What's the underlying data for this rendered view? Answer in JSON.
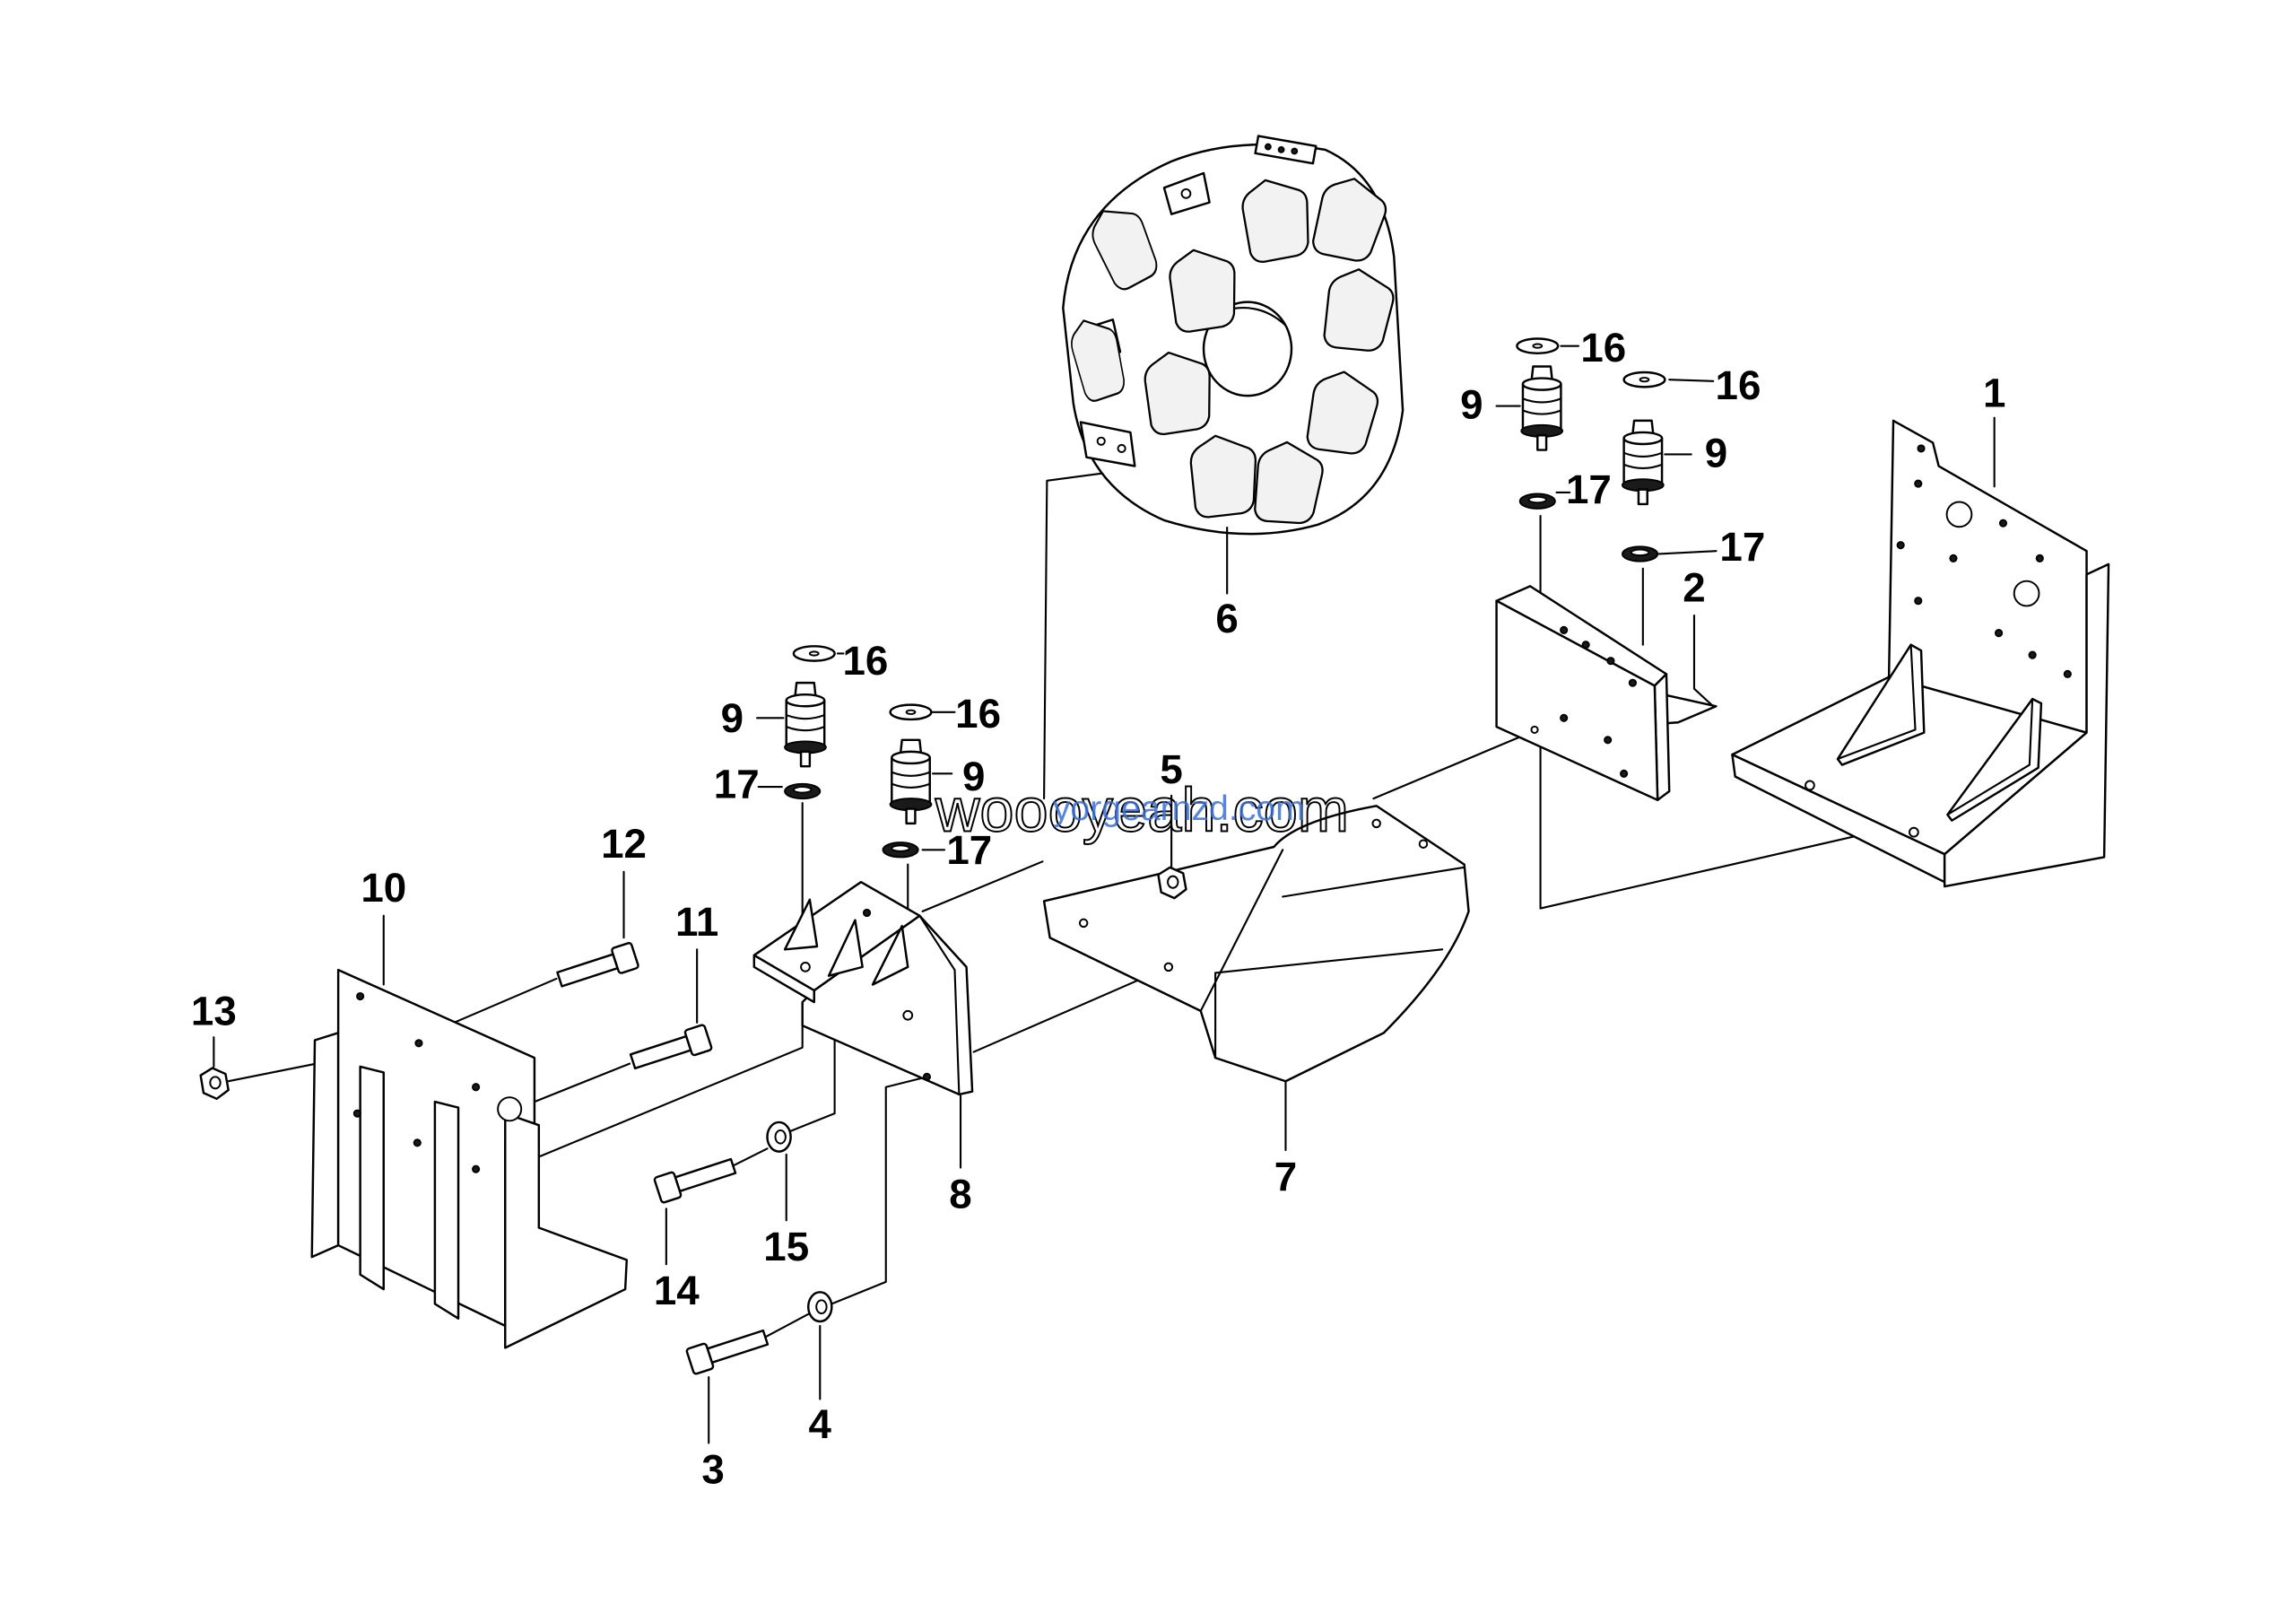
{
  "callouts": [
    "1",
    "2",
    "3",
    "4",
    "5",
    "6",
    "7",
    "8",
    "9",
    "9",
    "9",
    "9",
    "10",
    "11",
    "12",
    "13",
    "14",
    "15",
    "16",
    "16",
    "16",
    "16",
    "17",
    "17",
    "17",
    "17"
  ],
  "watermark": {
    "primary": "woooyeah.com",
    "overlay": "yorgearnzd.com"
  }
}
